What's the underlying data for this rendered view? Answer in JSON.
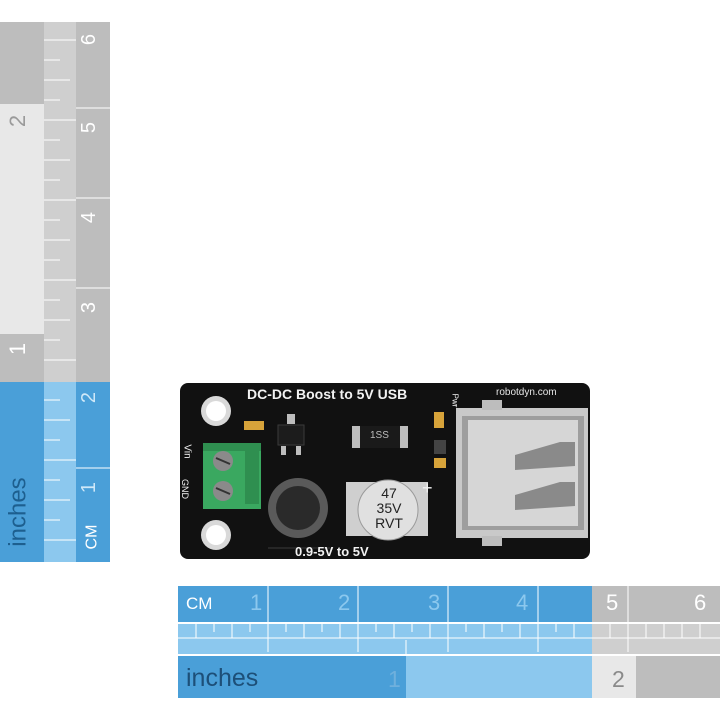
{
  "vertical_ruler": {
    "cm_labels": [
      "1",
      "2",
      "3",
      "4",
      "5",
      "6"
    ],
    "cm_unit": "CM",
    "inch_labels": [
      "1",
      "2"
    ],
    "inch_unit": "inches",
    "colors": {
      "blue": "#4a9fd8",
      "light_blue": "#8cc8ee",
      "gray": "#b8b8b8",
      "light_gray": "#e6e6e6"
    }
  },
  "horizontal_ruler": {
    "cm_labels": [
      "1",
      "2",
      "3",
      "4",
      "5",
      "6"
    ],
    "cm_unit": "CM",
    "inch_labels": [
      "1",
      "2"
    ],
    "inch_unit": "inches"
  },
  "board": {
    "title": "DC-DC Boost to 5V USB",
    "brand": "robotdyn.com",
    "subtitle": "0.9-5V to 5V",
    "vin_label": "Vin",
    "gnd_label": "GND",
    "pwr_label": "Pwr",
    "capacitor_lines": [
      "47",
      "35V",
      "RVT"
    ],
    "plus_sign": "+",
    "chip_marking": "1SS",
    "colors": {
      "pcb": "#111111",
      "terminal": "#3aa860",
      "silver": "#c9c9c9",
      "silkscreen": "#f2f2f2"
    }
  }
}
